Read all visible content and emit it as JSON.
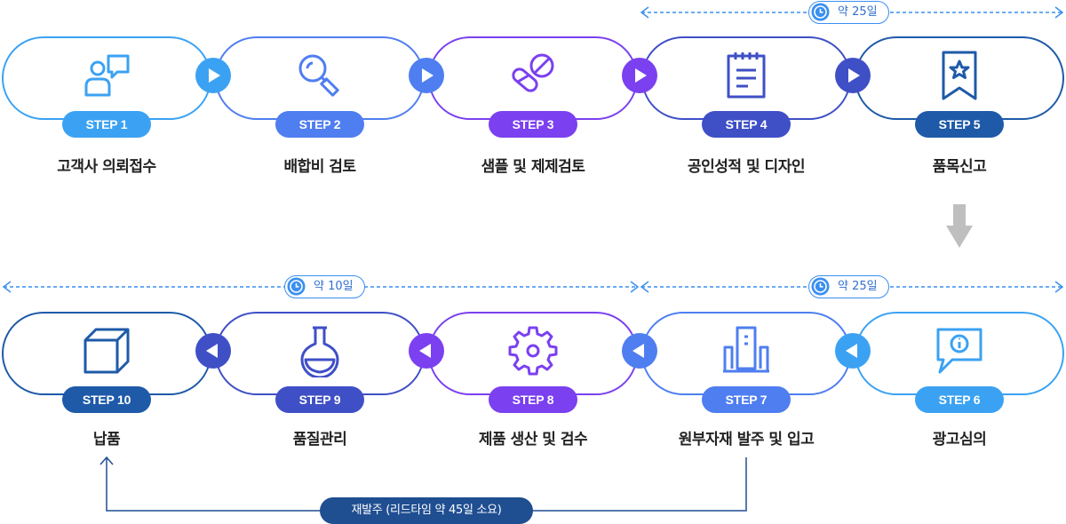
{
  "steps": [
    {
      "badge": "STEP 1",
      "label": "고객사 의뢰접수",
      "color": "#3ba2f3",
      "icon": "consultation-icon"
    },
    {
      "badge": "STEP 2",
      "label": "배합비 검토",
      "color": "#4f7ef0",
      "icon": "magnifier-icon"
    },
    {
      "badge": "STEP 3",
      "label": "샘플 및 제제검토",
      "color": "#7b40f0",
      "icon": "pill-icon"
    },
    {
      "badge": "STEP 4",
      "label": "공인성적 및 디자인",
      "color": "#3f4fc6",
      "icon": "notepad-icon"
    },
    {
      "badge": "STEP 5",
      "label": "품목신고",
      "color": "#1e5aa8",
      "icon": "ribbon-star-icon"
    },
    {
      "badge": "STEP 6",
      "label": "광고심의",
      "color": "#3ba2f3",
      "icon": "info-bubble-icon"
    },
    {
      "badge": "STEP 7",
      "label": "원부자재 발주 및 입고",
      "color": "#4f7ef0",
      "icon": "factory-icon"
    },
    {
      "badge": "STEP 8",
      "label": "제품 생산 및 검수",
      "color": "#7b40f0",
      "icon": "gear-icon"
    },
    {
      "badge": "STEP 9",
      "label": "품질관리",
      "color": "#3f4fc6",
      "icon": "flask-icon"
    },
    {
      "badge": "STEP 10",
      "label": "납품",
      "color": "#1e5aa8",
      "icon": "box-icon"
    }
  ],
  "durations": {
    "top": "약 25일",
    "bottom_right": "약 25일",
    "bottom_left": "약 10일"
  },
  "reorder_note": "재발주 (리드타임 약 45일 소요)",
  "colors": {
    "dashed_line": "#3a8ff0",
    "down_arrow": "#bfbfbf",
    "reorder_line": "#1f4e91"
  }
}
